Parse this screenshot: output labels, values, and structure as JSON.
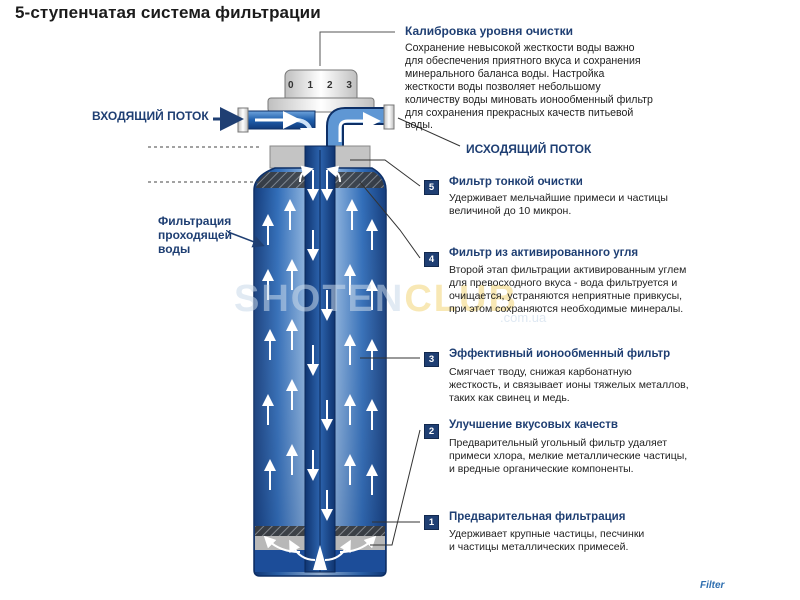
{
  "title": "5-ступенчатая система фильтрации",
  "calibration": {
    "title": "Калибровка уровня очистки",
    "desc": "Сохранение невысокой жесткости воды важно для обеспечения приятного вкуса и сохранения минерального баланса воды. Настройка жесткости воды позволяет небольшому количеству воды миновать ионообменный фильтр для сохранения прекрасных качеств питьевой воды.",
    "knob_numbers": [
      "0",
      "1",
      "2",
      "3"
    ]
  },
  "flows": {
    "inflow": "ВХОДЯЩИЙ ПОТОК",
    "outflow": "ИСХОДЯЩИЙ ПОТОК",
    "filtration_label": "Фильтрация проходящей воды"
  },
  "steps": [
    {
      "num": "5",
      "title": "Фильтр тонкой очистки",
      "desc": [
        "Удерживает мельчайшие примеси и частицы",
        "величиной до 10 микрон."
      ]
    },
    {
      "num": "4",
      "title": "Фильтр из активированного угля",
      "desc": [
        "Второй этап фильтрации активированным углем",
        "для превосходного вкуса - вода фильтруется и",
        "очищается, устраняются неприятные привкусы,",
        "при этом сохраняются необходимые минералы."
      ]
    },
    {
      "num": "3",
      "title": "Эффективный ионообменный фильтр",
      "desc": [
        "Смягчает тводу, снижая карбонатную",
        "жесткость, и связывает ионы тяжелых металлов,",
        "таких как свинец и медь."
      ]
    },
    {
      "num": "2",
      "title": "Улучшение вкусовых качеств",
      "desc": [
        "Предварительный угольный фильтр удаляет",
        "примеси хлора, мелкие металлические частицы,",
        "и вредные органические компоненты."
      ]
    },
    {
      "num": "1",
      "title": "Предварительная фильтрация",
      "desc": [
        "Удерживает крупные частицы, песчинки",
        "и частицы металлических примесей."
      ]
    }
  ],
  "watermark": {
    "main": "SHOTEN",
    "accent": "CLUB",
    "sub": ".com.ua"
  },
  "brand": "Filter"
}
